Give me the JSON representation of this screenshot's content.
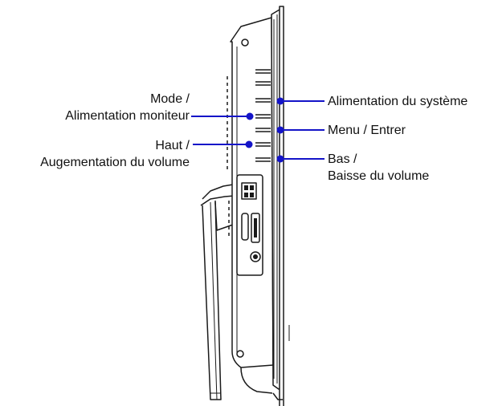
{
  "colors": {
    "callout": "#1414c8",
    "outline": "#1a1a1a",
    "shade": "#d9d9d9"
  },
  "labels": {
    "mode_line1": "Mode /",
    "mode_line2": "Alimentation moniteur",
    "haut_line1": "Haut /",
    "haut_line2": "Augementation du volume",
    "power": "Alimentation du système",
    "menu": "Menu / Entrer",
    "bas_line1": "Bas /",
    "bas_line2": "Baisse du volume"
  }
}
